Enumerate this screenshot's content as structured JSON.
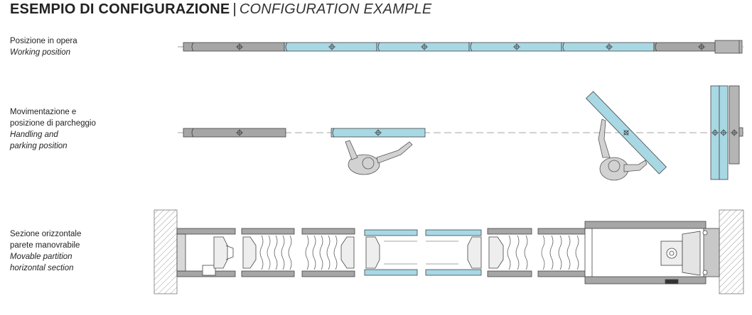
{
  "title": {
    "main": "ESEMPIO DI CONFIGURAZIONE",
    "separator": "|",
    "sub": "CONFIGURATION EXAMPLE"
  },
  "rows": [
    {
      "it": "Posizione in opera",
      "en": "Working position"
    },
    {
      "it1": "Movimentazione e",
      "it2": "posizione di parcheggio",
      "en1": "Handling and",
      "en2": "parking position"
    },
    {
      "it1": "Sezione orizzontale",
      "it2": "parete manovrabile",
      "en1": "Movable partition",
      "en2": "horizontal section"
    }
  ],
  "colors": {
    "glass": "#a8d8e4",
    "panel": "#a6a6a6",
    "outline": "#444444",
    "hatch": "#9a9a9a"
  }
}
